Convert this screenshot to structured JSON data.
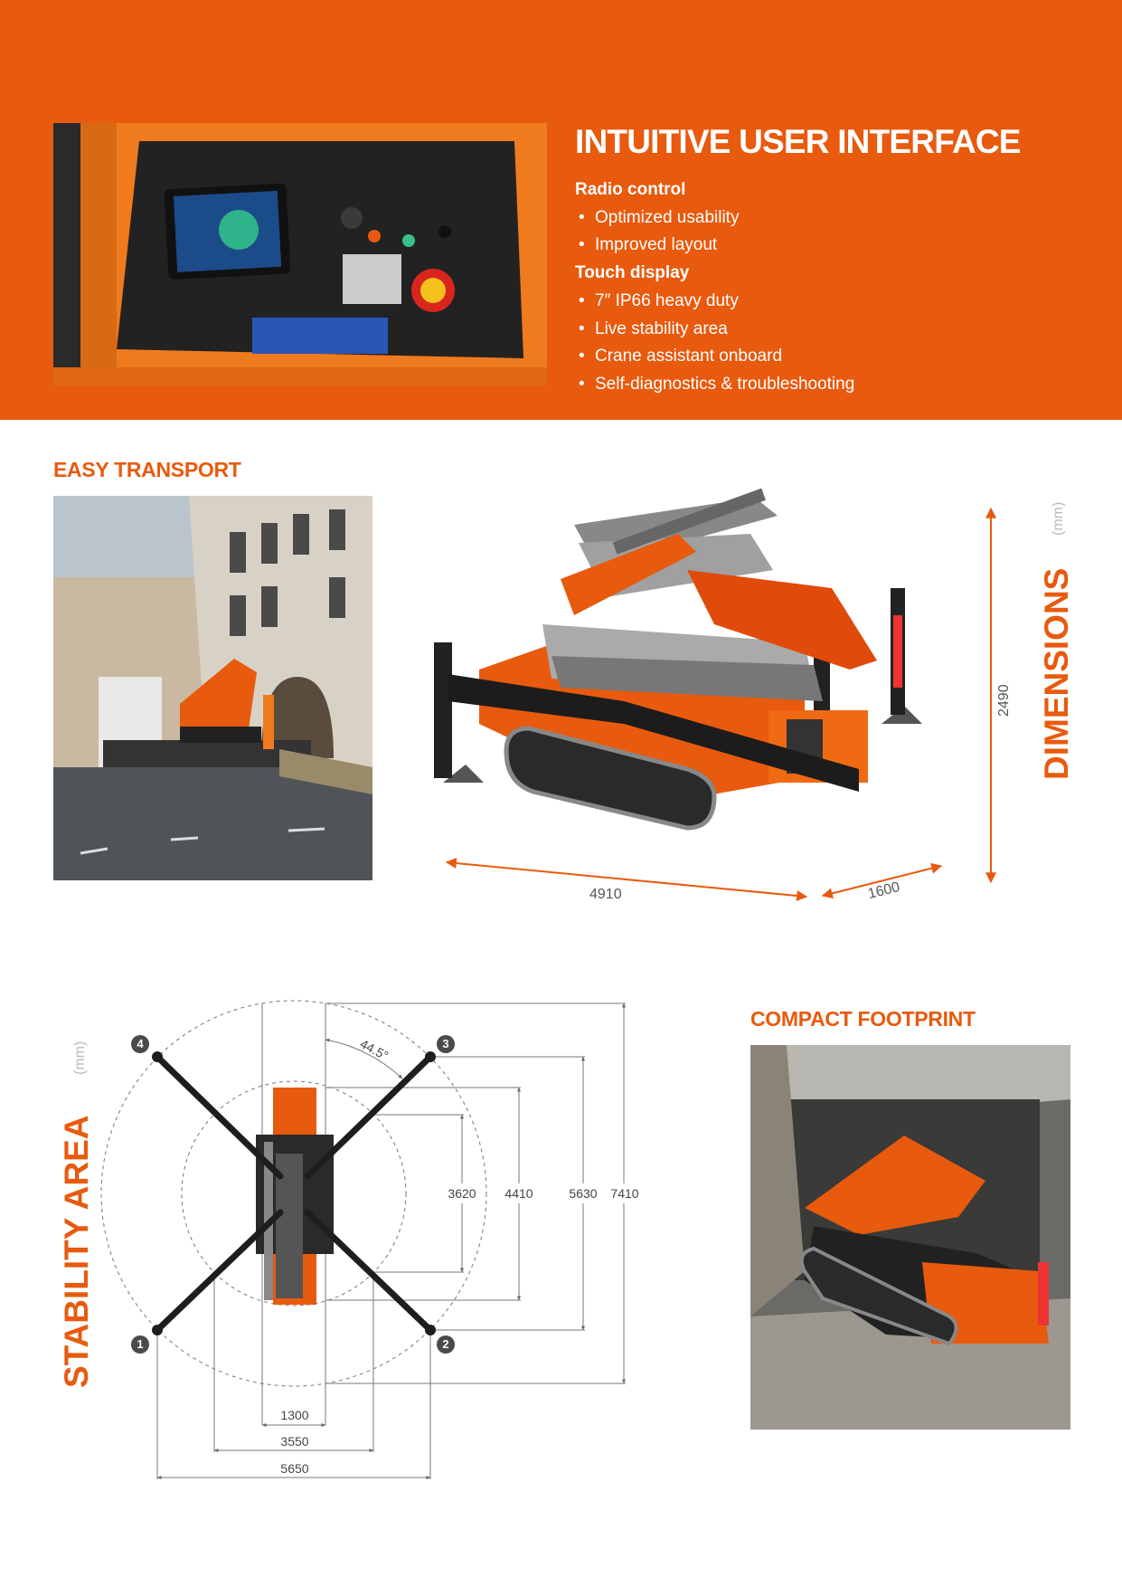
{
  "header": {
    "title": "INTUITIVE USER INTERFACE",
    "groups": [
      {
        "label": "Radio control",
        "items": [
          "Optimized usability",
          "Improved layout"
        ]
      },
      {
        "label": "Touch display",
        "items": [
          "7″ IP66 heavy duty",
          "Live stability area",
          "Crane assistant onboard",
          "Self-diagnostics & troubleshooting"
        ]
      }
    ]
  },
  "transport": {
    "title": "EASY TRANSPORT"
  },
  "dimensions": {
    "title": "DIMENSIONS",
    "unit": "(mm)",
    "height": "2490",
    "length": "4910",
    "width": "1600"
  },
  "stability": {
    "title": "STABILITY AREA",
    "unit": "(mm)",
    "angle": "44.5°",
    "outriggers": [
      "1",
      "2",
      "3",
      "4"
    ],
    "vertical_dims": [
      "3620",
      "4410",
      "5630",
      "7410"
    ],
    "horizontal_dims": [
      "1300",
      "3550",
      "5650"
    ]
  },
  "footprint": {
    "title": "COMPACT FOOTPRINT"
  },
  "colors": {
    "brand": "#E85A0E",
    "dark": "#1e1e1e"
  }
}
